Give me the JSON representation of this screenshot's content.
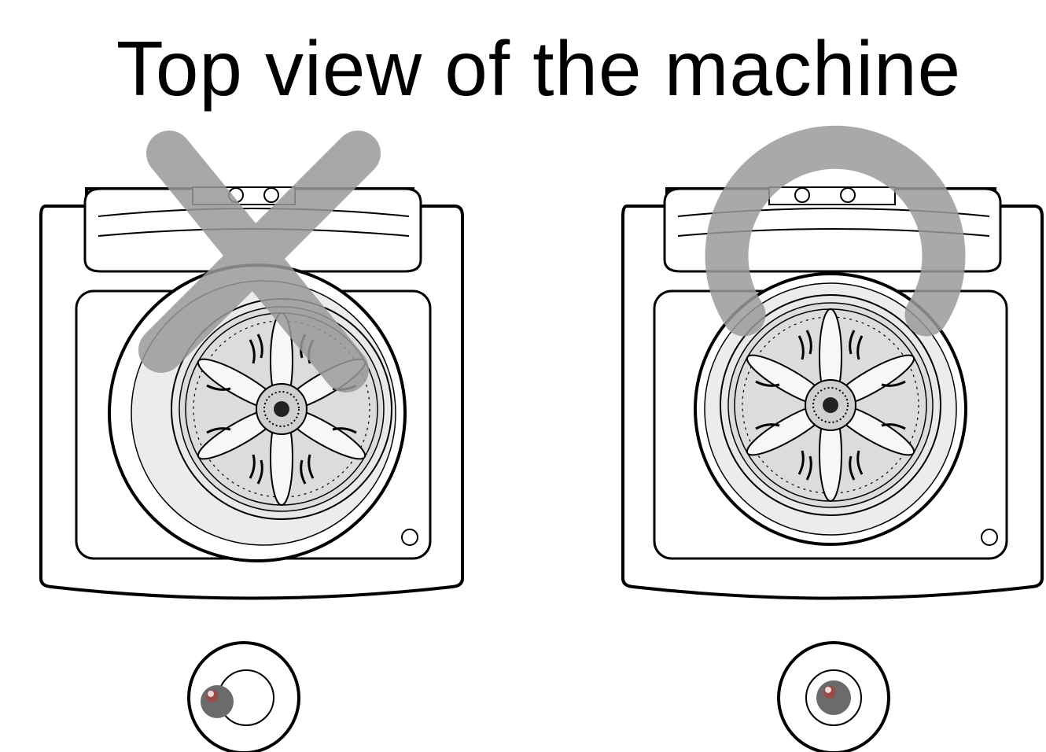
{
  "title": "Top view of the machine",
  "panels": [
    {
      "id": "left",
      "marker": "cross",
      "marker_meaning": "incorrect",
      "level_bubble": "off-center"
    },
    {
      "id": "right",
      "marker": "circle",
      "marker_meaning": "correct",
      "level_bubble": "centered"
    }
  ],
  "colors": {
    "line": "#000000",
    "marker": "#9a9a9a",
    "drum_fill": "#e6e6e6",
    "bubble": "#6b6b6b",
    "bubble_highlight": "#c03030"
  },
  "icons": [
    "cross-mark-icon",
    "circle-mark-icon",
    "level-bubble-icon"
  ]
}
